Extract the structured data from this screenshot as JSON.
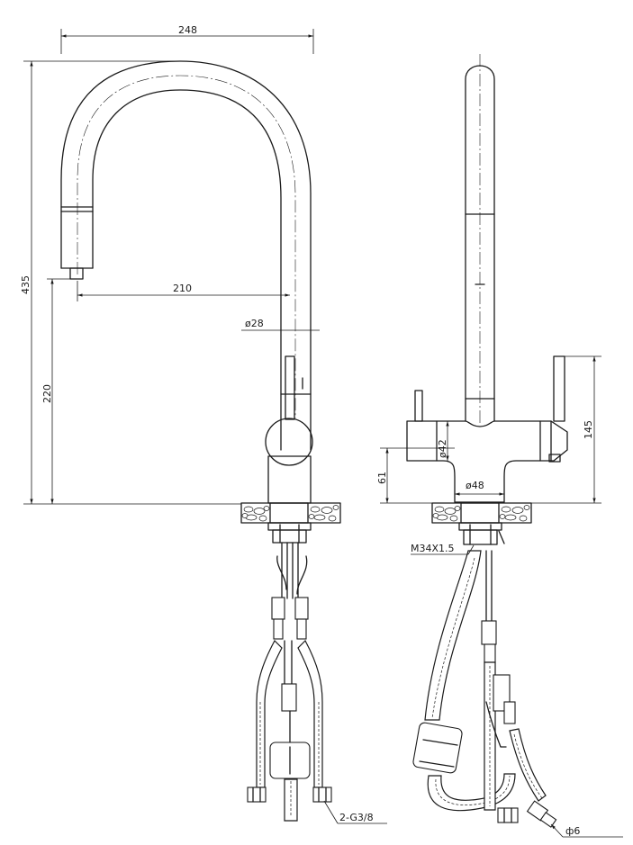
{
  "dimensions": {
    "overall_reach": "248",
    "spout_reach": "210",
    "overall_height": "435",
    "spout_outlet_height": "220",
    "spout_tube_diameter": "ø28",
    "body_height": "61",
    "lever_height": "145",
    "body_diameter": "ø42",
    "base_diameter": "ø48",
    "mounting_thread": "M34X1.5",
    "supply_connection": "2-G3/8",
    "filter_tube_diameter": "ф6"
  }
}
